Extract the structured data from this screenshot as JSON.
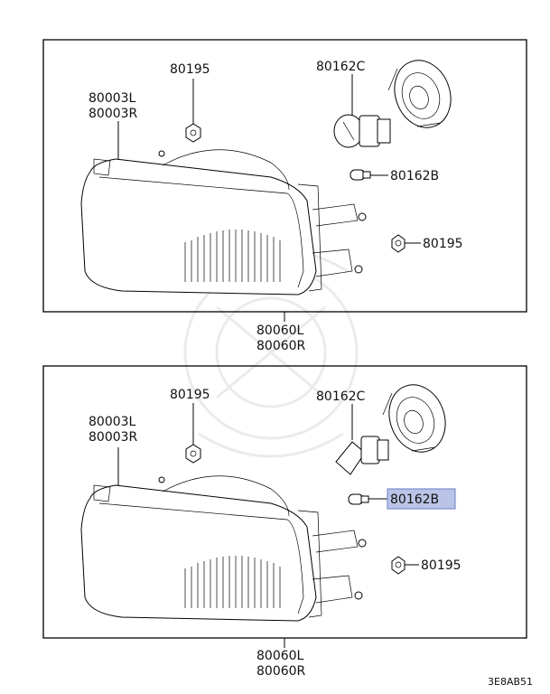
{
  "panels": [
    {
      "labels": {
        "housing": [
          "80003L",
          "80003R"
        ],
        "nut_top": "80195",
        "bulb_main": "80162C",
        "bulb_small": "80162B",
        "nut_side": "80195",
        "assembly": [
          "80060L",
          "80060R"
        ]
      },
      "highlighted": ""
    },
    {
      "labels": {
        "housing": [
          "80003L",
          "80003R"
        ],
        "nut_top": "80195",
        "bulb_main": "80162C",
        "bulb_small": "80162B",
        "nut_side": "80195",
        "assembly": [
          "80060L",
          "80060R"
        ]
      },
      "highlighted": "bulb_small"
    }
  ],
  "highlight_color": "#b9c4e6",
  "diagram_code": "3E8AB51"
}
